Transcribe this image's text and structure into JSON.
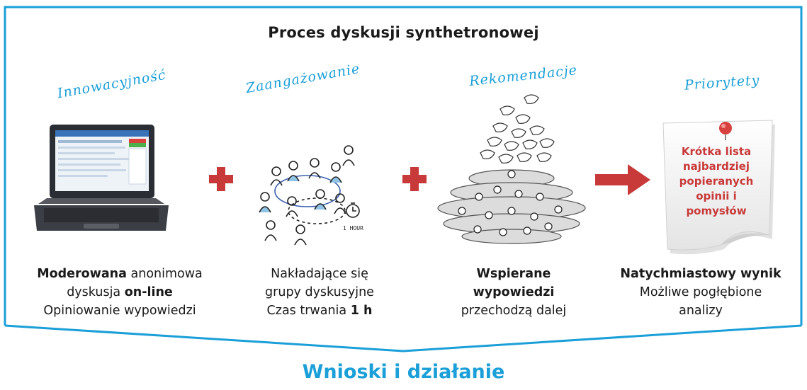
{
  "title": "Proces dyskusji synthetronowej",
  "stages": [
    {
      "script": "Innowacyjność",
      "line1_bold": "Moderowana",
      "line1_rest": " anonimowa",
      "line2_pre": "dyskusja ",
      "line2_bold": "on-line",
      "line3": "Opiniowanie wypowiedzi"
    },
    {
      "script": "Zaangażowanie",
      "line1": "Nakładające się",
      "line2": "grupy dyskusyjne",
      "line3_pre": "Czas trwania ",
      "line3_bold": "1 h",
      "timer_label": "1 HOUR"
    },
    {
      "script": "Rekomendacje",
      "line1_bold": "Wspierane",
      "line2_bold": "wypowiedzi",
      "line3": "przechodzą dalej"
    },
    {
      "script": "Priorytety",
      "line1_bold": "Natychmiastowy wynik",
      "line2": "Możliwe pogłębione",
      "line3": "analizy"
    }
  ],
  "note_text": "Krótka lista najbardziej popieranych opinii i pomysłów",
  "bottom_label": "Wnioski i działanie",
  "colors": {
    "accent": "#1a9fd8",
    "operator": "#c83a3a",
    "text": "#1a1a1a"
  },
  "icons": [
    "plus-icon",
    "plus-icon",
    "arrow-right-icon",
    "pushpin-icon"
  ]
}
